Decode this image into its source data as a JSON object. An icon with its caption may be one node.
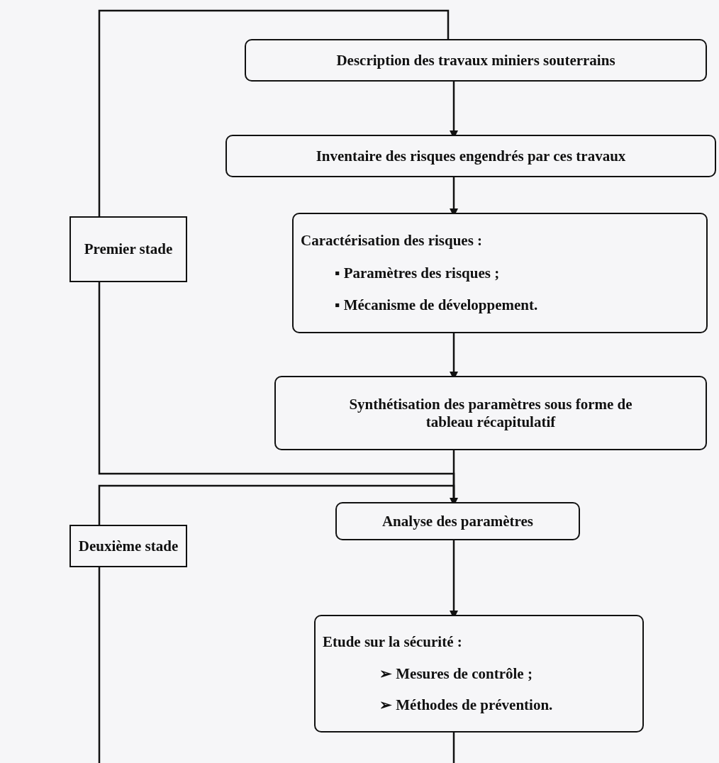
{
  "diagram": {
    "nodes": [
      {
        "text": [
          "Premier stade"
        ]
      },
      {
        "text": [
          "Description des travaux miniers souterrains"
        ]
      },
      {
        "text": [
          "Inventaire des risques engendrés par ces travaux"
        ]
      },
      {
        "text": [
          "Caractérisation des risques :",
          "▪ Paramètres des risques ;",
          "▪ Mécanisme de développement."
        ]
      },
      {
        "text": [
          "Synthétisation des paramètres sous forme de tableau récapitulatif"
        ]
      },
      {
        "text": [
          "Deuxième stade"
        ]
      },
      {
        "text": [
          "Analyse des paramètres"
        ]
      },
      {
        "text": [
          "Etude sur la sécurité :",
          "➢ Mesures de contrôle ;",
          "➢ Méthodes de prévention."
        ]
      }
    ],
    "edges": [
      {
        "from": 1,
        "to": 2,
        "arrow": "to"
      },
      {
        "from": 2,
        "to": 3,
        "arrow": "to"
      },
      {
        "from": 3,
        "to": 4,
        "arrow": "to"
      },
      {
        "from": 4,
        "to": 6,
        "arrow": "to"
      },
      {
        "from": 6,
        "to": 7,
        "arrow": "to"
      },
      {
        "from": 0,
        "to": 1,
        "arrow": "none"
      },
      {
        "from": 0,
        "to": 6,
        "arrow": "none"
      },
      {
        "from": 5,
        "to": 6,
        "arrow": "none"
      },
      {
        "from": 5,
        "to": null,
        "arrow": "none"
      },
      {
        "from": 7,
        "to": null,
        "arrow": "none"
      }
    ]
  }
}
